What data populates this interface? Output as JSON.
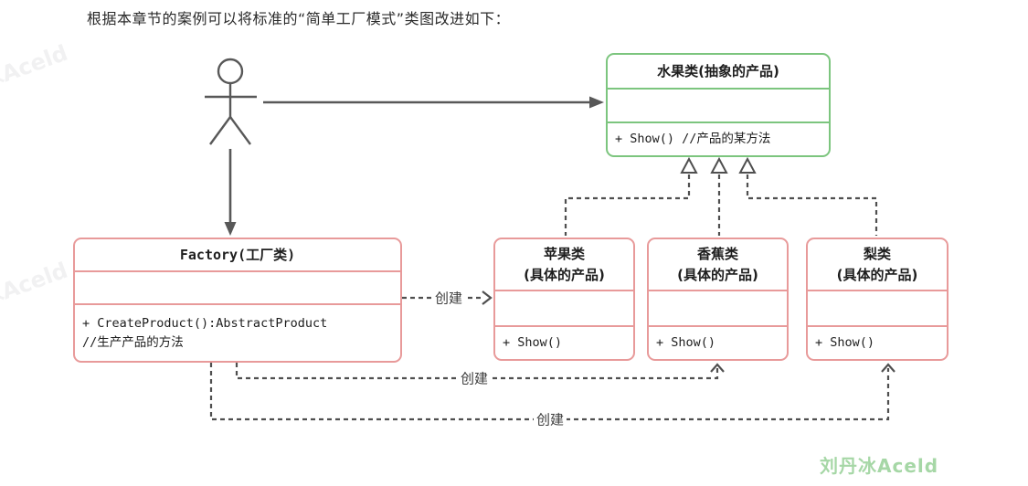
{
  "page": {
    "title": "根据本章节的案例可以将标准的“简单工厂模式”类图改进如下："
  },
  "colors": {
    "abstract_border": "#7cc57e",
    "concrete_border": "#e89a9a",
    "line_color": "#4f4f4f",
    "watermark_green": "#a6d7a6"
  },
  "diagram": {
    "actor": "stick-figure-actor",
    "abstract_class": {
      "title": "水果类(抽象的产品)",
      "attributes": "",
      "methods": "+ Show() //产品的某方法"
    },
    "factory_class": {
      "title": "Factory(工厂类)",
      "attributes": "",
      "methods_line1": "+ CreateProduct():AbstractProduct",
      "methods_line2": "//生产产品的方法"
    },
    "products": [
      {
        "title_line1": "苹果类",
        "title_line2": "(具体的产品)",
        "attributes": "",
        "methods": "+ Show()"
      },
      {
        "title_line1": "香蕉类",
        "title_line2": "(具体的产品)",
        "attributes": "",
        "methods": "+ Show()"
      },
      {
        "title_line1": "梨类",
        "title_line2": "(具体的产品)",
        "attributes": "",
        "methods": "+ Show()"
      }
    ],
    "edge_labels": {
      "create1": "创建",
      "create2": "创建",
      "create3": "创建"
    }
  },
  "watermark": {
    "signature": "刘丹冰Aceld",
    "faint_text": "刘丹冰Aceld"
  }
}
